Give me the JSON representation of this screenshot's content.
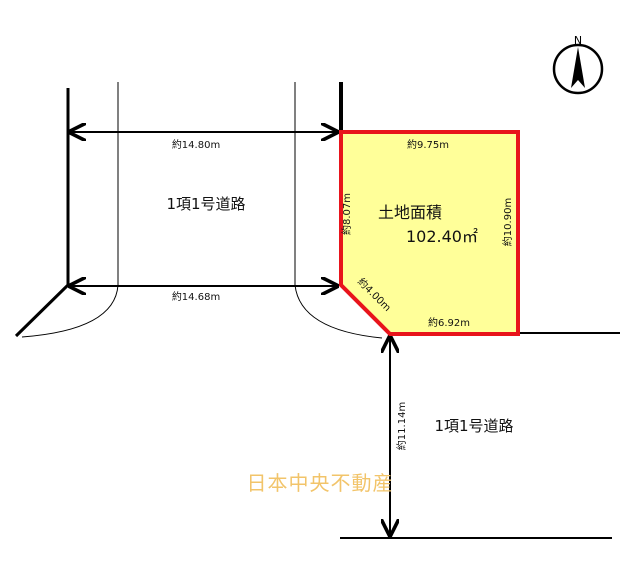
{
  "compass": {
    "letter": "N",
    "icon": "north-arrow-icon"
  },
  "dimensions": {
    "top_road_upper": "約14.80m",
    "top_road_lower": "約14.68m",
    "lot_top": "約9.75m",
    "lot_left": "約8.07m",
    "lot_right": "約10.90m",
    "lot_bottom": "約6.92m",
    "lot_corner": "約4.00m",
    "bottom_road": "約11.14m"
  },
  "roads": {
    "upper": "1項1号道路",
    "lower": "1項1号道路"
  },
  "lot": {
    "title": "土地面積",
    "area": "102.40㎡",
    "fill_color": "#ffff99",
    "border_color": "#e8141b"
  },
  "watermark": "日本中央不動産"
}
